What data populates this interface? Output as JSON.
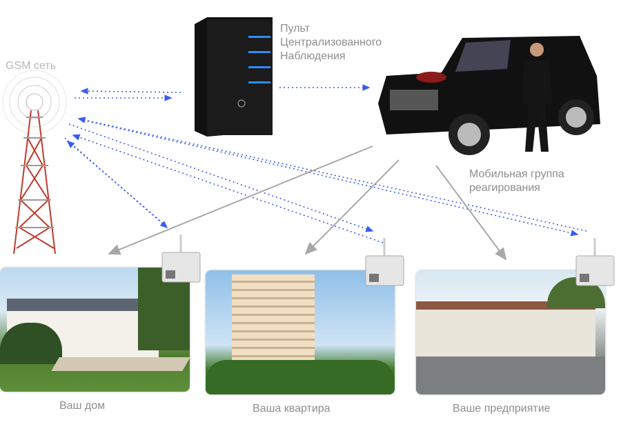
{
  "gsm": {
    "label": "GSM  сеть"
  },
  "station": {
    "label_lines": [
      "Пульт",
      "Централизованного",
      "Наблюдения"
    ]
  },
  "mobile_group": {
    "label_lines": [
      "Мобильная группа",
      "реагирования"
    ]
  },
  "objects": [
    {
      "label": "Ваш дом"
    },
    {
      "label": "Ваша квартира"
    },
    {
      "label": "Ваше предприятие"
    }
  ],
  "colors": {
    "signal": "#3a5cf0",
    "response": "#a8a8a8",
    "label": "#8d8d8d"
  }
}
